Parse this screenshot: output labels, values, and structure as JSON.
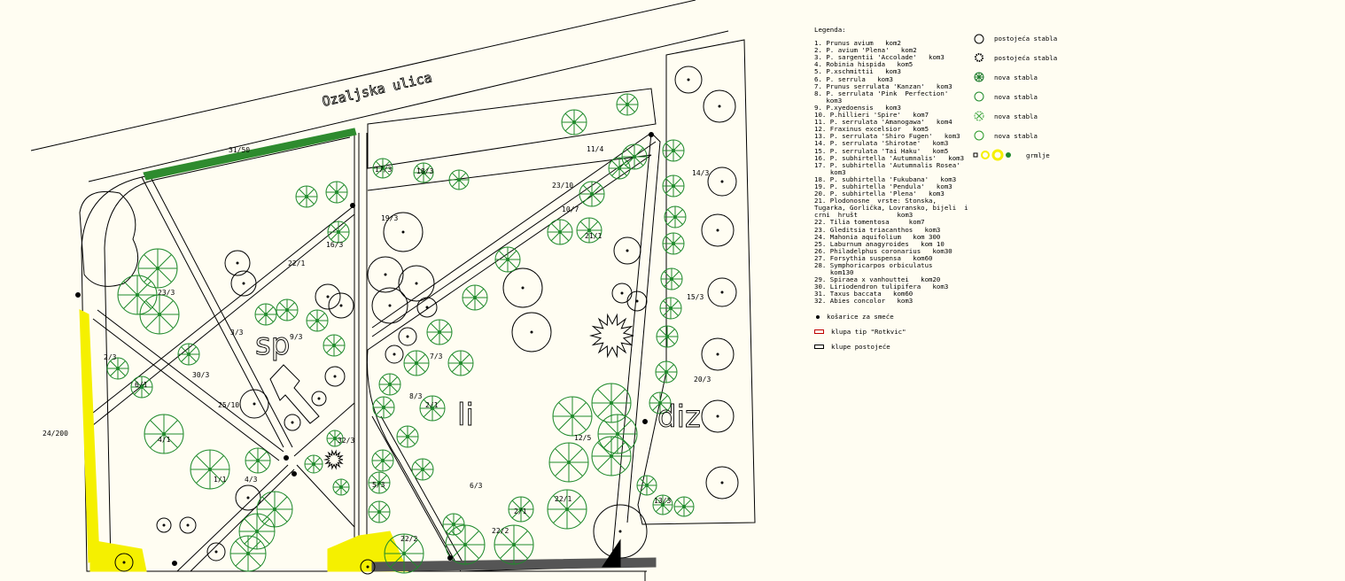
{
  "street_name": "Ozaljska   ulica",
  "zone_letters": [
    "sp",
    "li",
    "diz"
  ],
  "plan_labels": [
    "31/50",
    "16/3",
    "22/1",
    "23/3",
    "3/3",
    "9/3",
    "2/3",
    "30/3",
    "6/1",
    "25/10",
    "24/200",
    "4/1",
    "1/1",
    "4/3",
    "32/3",
    "17/3",
    "18/3",
    "11/4",
    "23/10",
    "19/3",
    "10/7",
    "21/1",
    "14/3",
    "15/3",
    "20/3",
    "8/3",
    "2/1",
    "12/5",
    "6/3",
    "5/3",
    "22/1",
    "2/1",
    "22/2",
    "22/2",
    "13/3",
    "7/3"
  ],
  "legend": {
    "title": "Legenda:",
    "items": [
      "1. Prunus avium   kom2",
      "2. P. avium 'Plena'   kom2",
      "3. P. sargentii 'Accolade'   kom3",
      "4. Robinia hispida   kom5",
      "5. P.xschmittii   kom3",
      "6. P. serrula   kom3",
      "7. Prunus serrulata 'Kanzan'   kom3",
      "8. P. serrulata 'Pink  Perfection'\n   kom3",
      "9. P.xyedoensis   kom3",
      "10. P.hillieri 'Spire'   kom7",
      "11. P. serrulata 'Amanogawa'   kom4",
      "12. Fraxinus excelsior   kom5",
      "13. P. serrulata 'Shiro Fugen'   kom3",
      "14. P. serrulata 'Shirotae'   kom3",
      "15. P. serrulata 'Tai Haku'   kom5",
      "16. P. subhirtella 'Autumnalis'   kom3",
      "17. P. subhirtella 'Autumnalis Rosea'\n    kom3",
      "18. P. subhirtella 'Fukubana'   kom3",
      "19. P. subhirtella 'Pendula'   kom3",
      "20. P. subhirtella 'Plena'   kom3",
      "21. Plodonosne  vrste: Stonska,\nTugarka, Gorlička, Lovransko, bijeli  i\ncrni  hrušt          kom3",
      "22. Tilia tomentosa     kom7",
      "23. Gleditsia triacanthos   kom3",
      "24. Mahonia aquifolium   kom 300",
      "25. Laburnum anagyroides   kom 10",
      "26. Philadelphus coronarius   kom30",
      "27. Forsythia suspensa   kom60",
      "28. Symphoricarpos orbiculatus\n    kom130",
      "29. Spiraea x vanhouttei   kom20",
      "30. Liriodendron tulipifera   kom3",
      "31. Taxus baccata   kom60",
      "32. Abies concolor   kom3"
    ],
    "symbols": [
      {
        "icon": "bin-dot",
        "label": "košarice za smeće"
      },
      {
        "icon": "bench-red",
        "label": "klupa tip \"Rotkvic\"",
        "color": "#c00000"
      },
      {
        "icon": "bench-black",
        "label": "klupe postojeće"
      }
    ],
    "tree_symbols": [
      {
        "icon": "circle-black",
        "label": "postojeća   stabla",
        "color": "#000000"
      },
      {
        "icon": "spiky-black",
        "label": "postojeća   stabla",
        "color": "#000000"
      },
      {
        "icon": "tree-dark-green",
        "label": "nova   stabla",
        "color": "#1a7a2a"
      },
      {
        "icon": "circle-green",
        "label": "nova   stabla",
        "color": "#1f8a2c"
      },
      {
        "icon": "tree-light-green",
        "label": "nova  stabla",
        "color": "#3aa33a"
      },
      {
        "icon": "circle-green-2",
        "label": "nova  stabla",
        "color": "#2a9a2a"
      },
      {
        "icon": "shrubs",
        "label": "grmlje",
        "color": "#f5f000"
      }
    ]
  },
  "colors": {
    "background": "#fffdf2",
    "new_tree": "#1f8a2c",
    "shrub": "#f5f000",
    "bench": "#c00000"
  }
}
